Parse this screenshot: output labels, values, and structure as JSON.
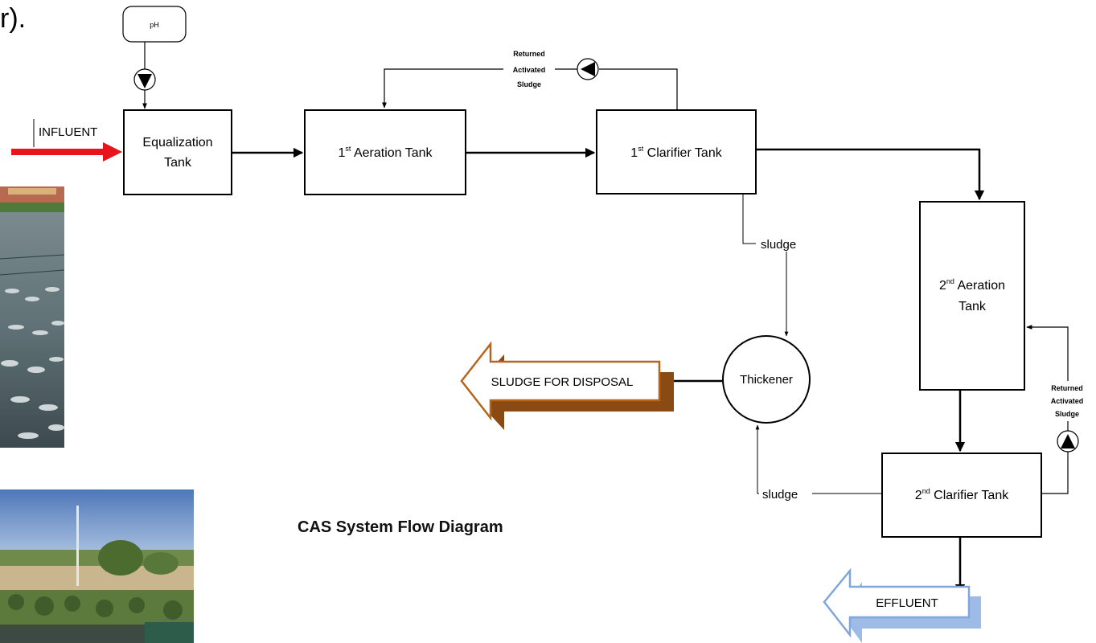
{
  "fragment": "r).",
  "ph_label": "pH",
  "influent_label": "INFLUENT",
  "equalization": {
    "line1": "Equalization",
    "line2": "Tank"
  },
  "aeration1": {
    "ord": "1",
    "sup": "st",
    "rest": " Aeration Tank"
  },
  "clarifier1": {
    "ord": "1",
    "sup": "st",
    "rest": " Clarifier Tank"
  },
  "aeration2": {
    "ord": "2",
    "sup": "nd",
    "line1_rest": " Aeration",
    "line2": "Tank"
  },
  "clarifier2": {
    "ord": "2",
    "sup": "nd",
    "rest": " Clarifier Tank"
  },
  "thickener_label": "Thickener",
  "ras_top": {
    "line1": "Returned",
    "line2": "Activated",
    "line3": "Sludge"
  },
  "ras_right": {
    "line1": "Returned",
    "line2": "Activated",
    "line3": "Sludge"
  },
  "sludge_top": "sludge",
  "sludge_bottom": "sludge",
  "sludge_disposal_label": "SLUDGE FOR DISPOSAL",
  "effluent_label": "EFFLUENT",
  "caption": "CAS System Flow Diagram",
  "colors": {
    "influent_arrow": "#e8141c",
    "disposal_arrow_fill": "#ffffff",
    "disposal_arrow_outline": "#b5651d",
    "disposal_arrow_shadow": "#8a4a14",
    "effluent_arrow_outline": "#7fa7d9",
    "effluent_arrow_shadow": "#9dbbe6"
  }
}
